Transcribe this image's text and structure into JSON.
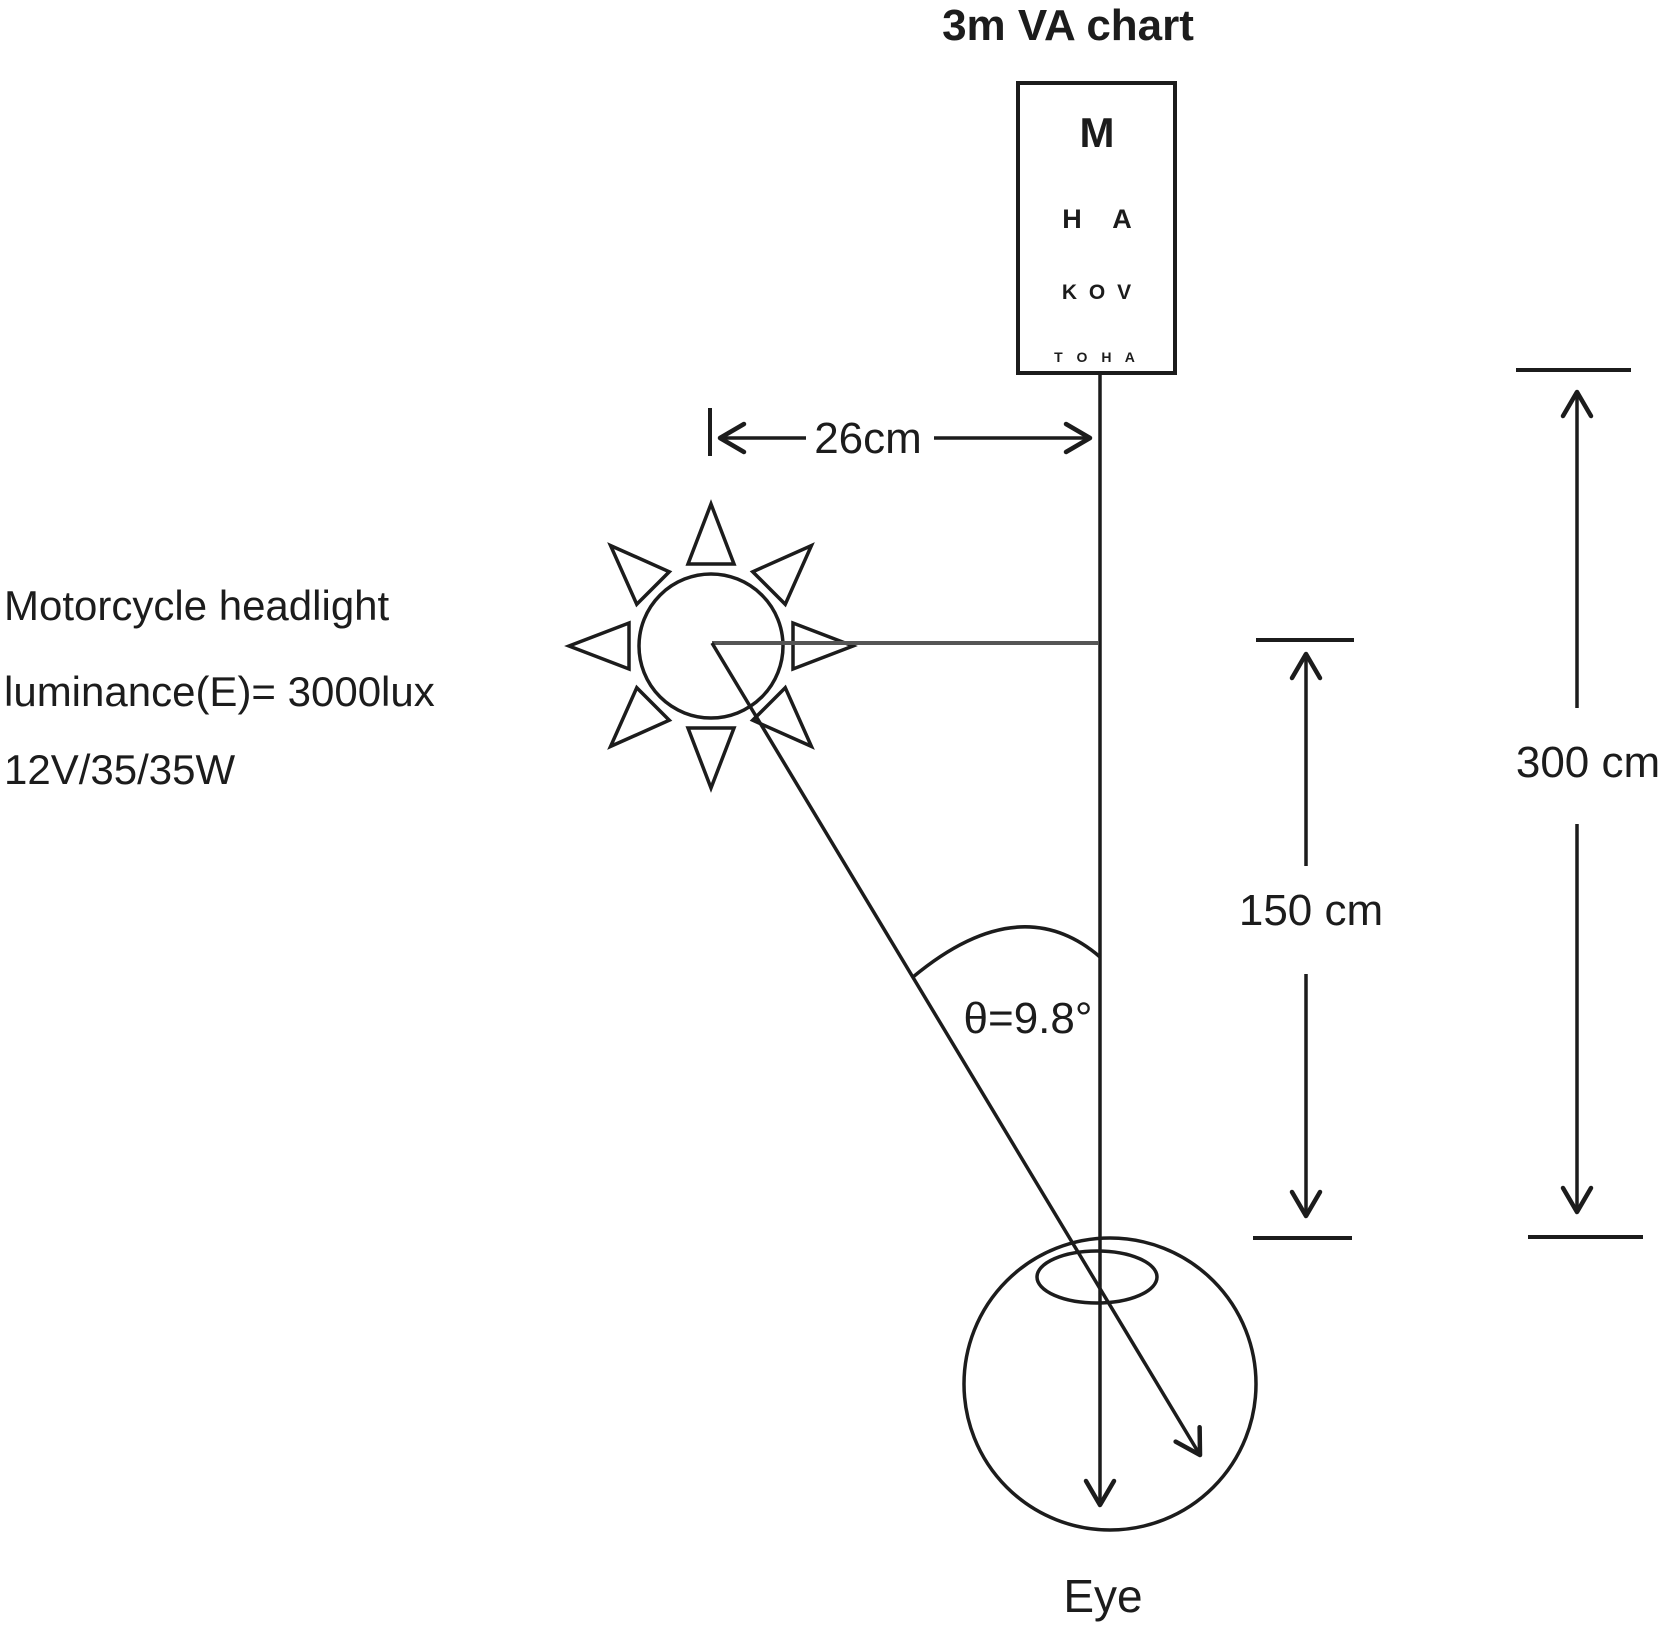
{
  "title": "3m VA chart",
  "va_chart": {
    "rows": [
      "M",
      "H A",
      "K O V",
      "T O H A"
    ]
  },
  "headlight": {
    "label_line1": "Motorcycle headlight",
    "label_line2": "luminance(E)= 3000lux",
    "label_line3": "12V/35/35W"
  },
  "dimensions": {
    "horizontal_offset": "26cm",
    "headlight_to_eye": "150 cm",
    "chart_to_eye": "300 cm"
  },
  "angle": {
    "label": "θ=9.8°"
  },
  "eye": {
    "label": "Eye"
  },
  "colors": {
    "ink": "#1c1c1c",
    "beam_line": "#555555",
    "background": "#ffffff"
  }
}
